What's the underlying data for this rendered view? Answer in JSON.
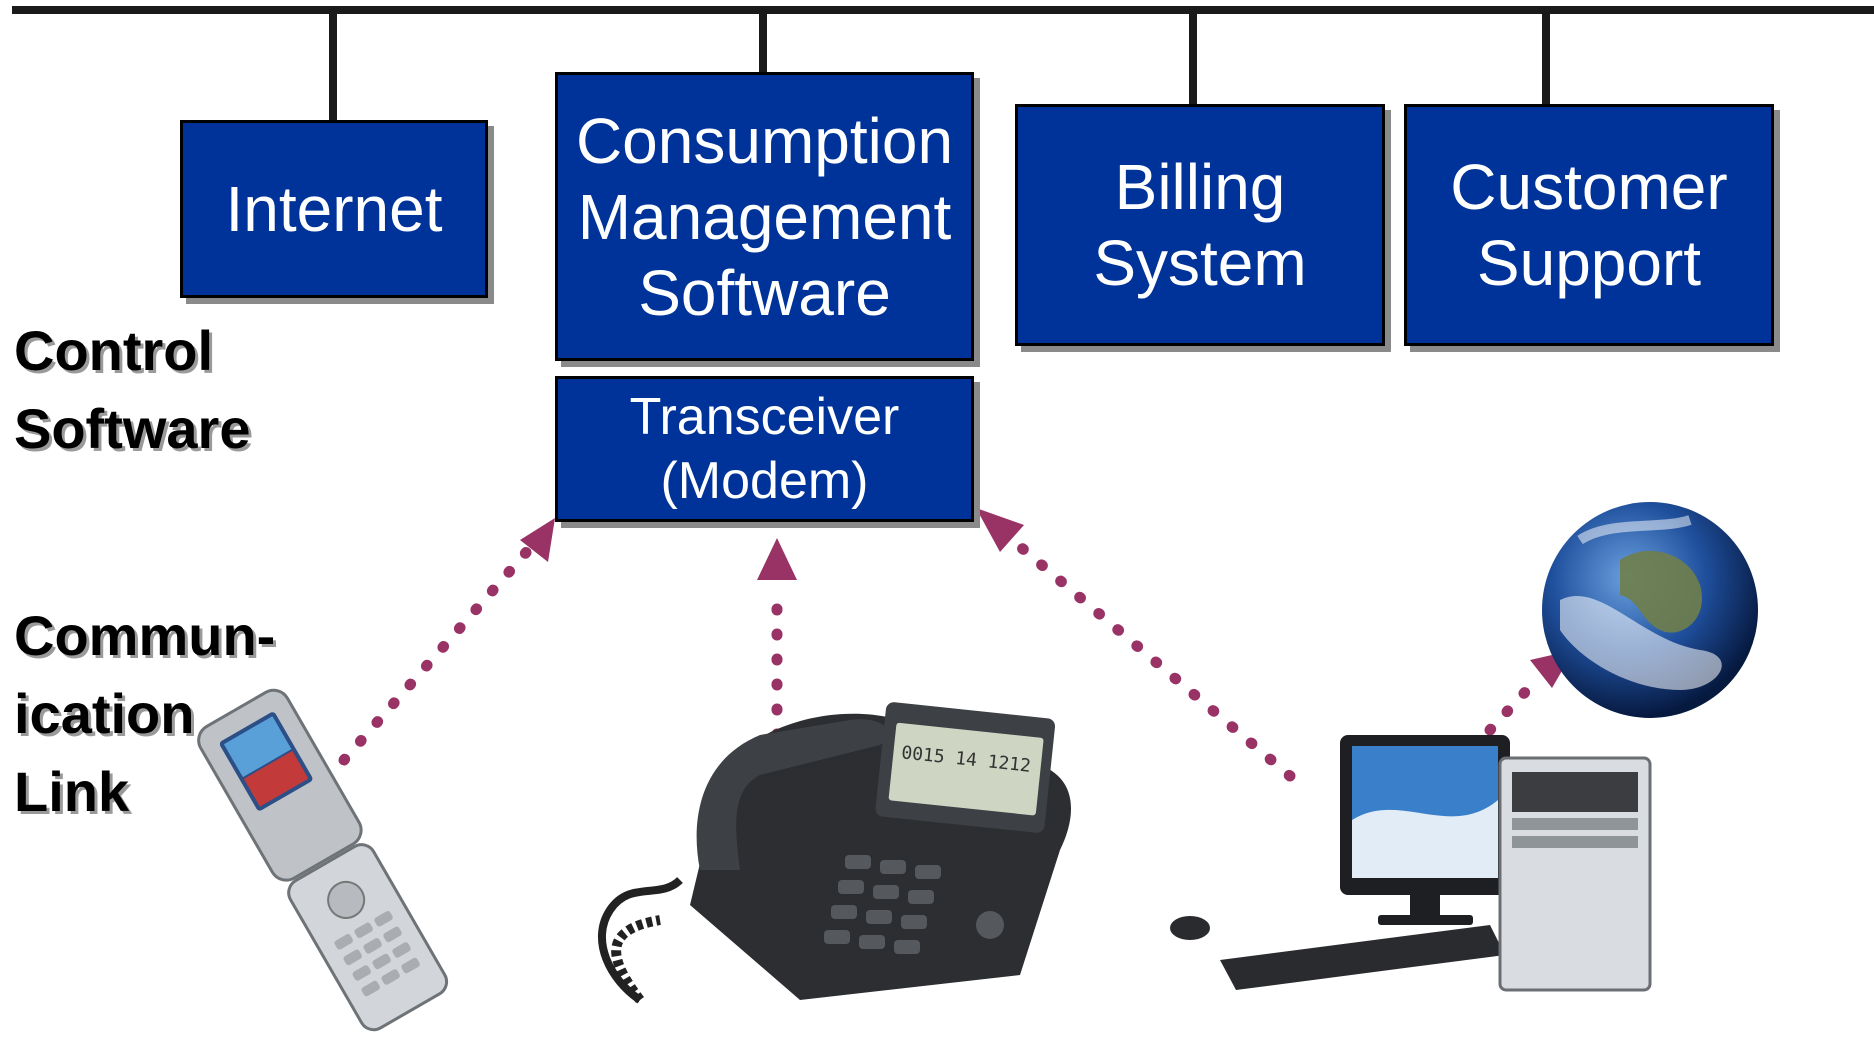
{
  "nodes": {
    "internet": "Internet",
    "consumption": "Consumption\nManagement\nSoftware",
    "billing": "Billing\nSystem",
    "support": "Customer\nSupport",
    "transceiver": "Transceiver\n(Modem)"
  },
  "labels": {
    "control_software": "Control\nSoftware",
    "communication_link": "Commun-\nication\nLink"
  },
  "devices": [
    "cell-phone",
    "desk-telephone",
    "desktop-computer",
    "earth-globe"
  ],
  "colors": {
    "box_fill": "#003399",
    "arrow": "#993366",
    "bus": "#1a1a1a"
  },
  "display_text": {
    "phone_screen": "0015 14 1212"
  }
}
